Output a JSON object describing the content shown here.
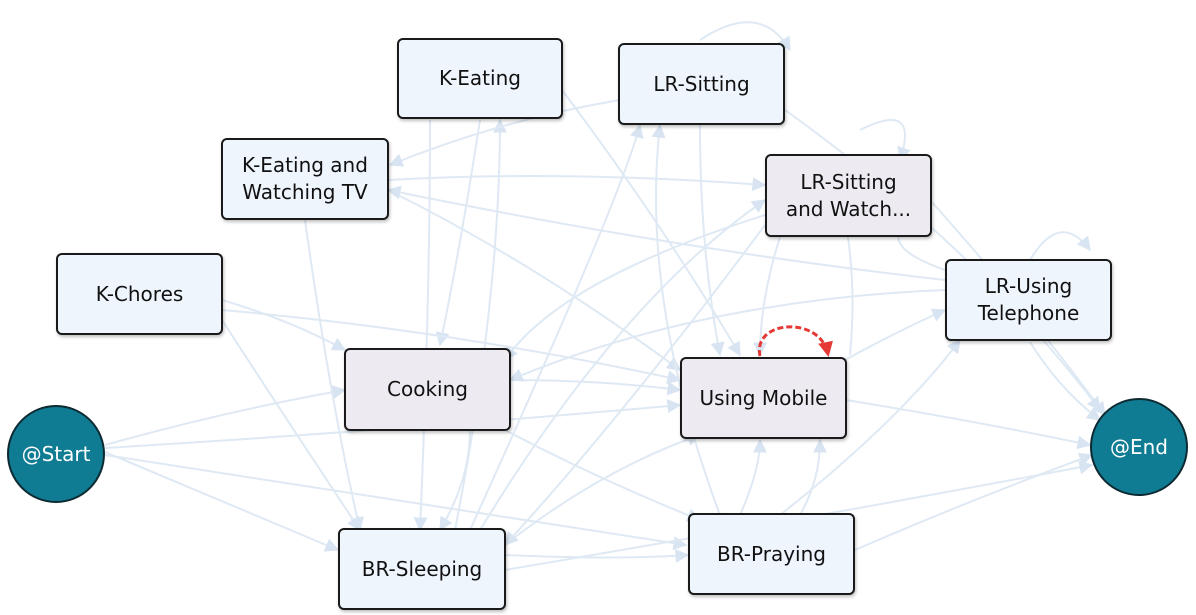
{
  "nodes": {
    "k_eating": "K-Eating",
    "lr_sitting": "LR-Sitting",
    "k_eating_tv": "K-Eating and Watching TV",
    "lr_sitting_watch": "LR-Sitting and Watch...",
    "k_chores": "K-Chores",
    "lr_telephone": "LR-Using Telephone",
    "cooking": "Cooking",
    "using_mobile": "Using Mobile",
    "start": "@Start",
    "end": "@End",
    "br_sleeping": "BR-Sleeping",
    "br_praying": "BR-Praying"
  },
  "colors": {
    "node_fill": "#eef5fd",
    "node_fill_selected": "#edebf1",
    "terminal_fill": "#0f7c94",
    "edge": "#dfe9f4",
    "self_loop_highlight": "#e53935"
  }
}
